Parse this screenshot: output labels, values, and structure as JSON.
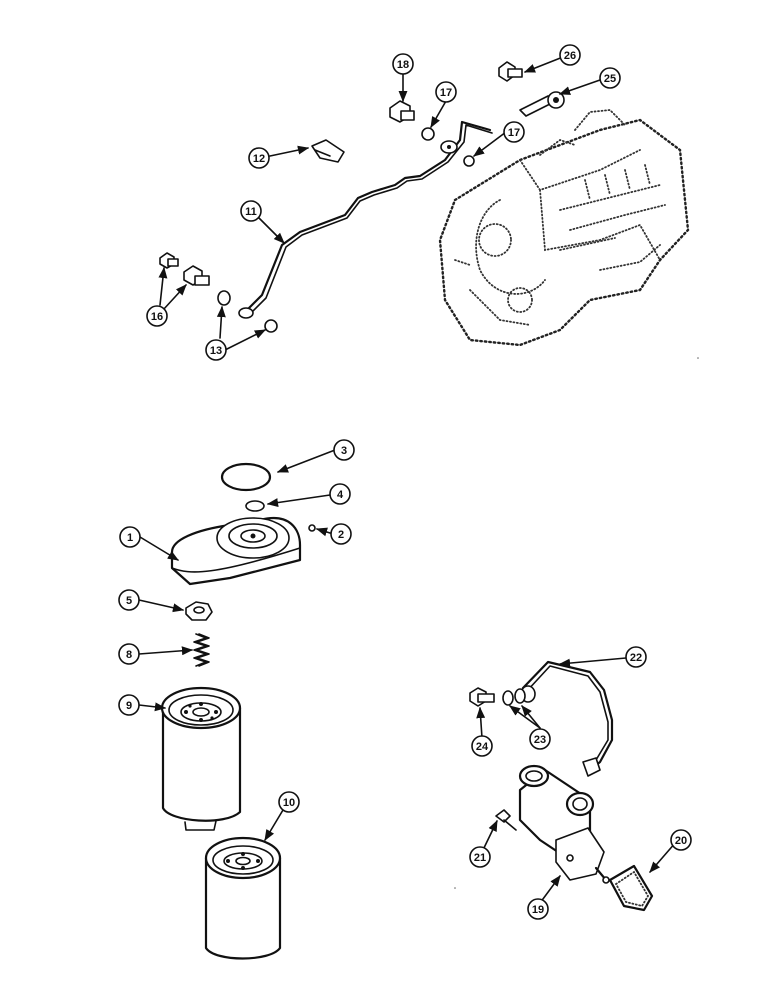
{
  "callouts": [
    {
      "id": "c1",
      "label": "1"
    },
    {
      "id": "c2",
      "label": "2"
    },
    {
      "id": "c3",
      "label": "3"
    },
    {
      "id": "c4",
      "label": "4"
    },
    {
      "id": "c5",
      "label": "5"
    },
    {
      "id": "c8",
      "label": "8"
    },
    {
      "id": "c9",
      "label": "9"
    },
    {
      "id": "c10",
      "label": "10"
    },
    {
      "id": "c11",
      "label": "11"
    },
    {
      "id": "c12",
      "label": "12"
    },
    {
      "id": "c13",
      "label": "13"
    },
    {
      "id": "c16",
      "label": "16"
    },
    {
      "id": "c17a",
      "label": "17"
    },
    {
      "id": "c17b",
      "label": "17"
    },
    {
      "id": "c18",
      "label": "18"
    },
    {
      "id": "c19",
      "label": "19"
    },
    {
      "id": "c20",
      "label": "20"
    },
    {
      "id": "c21",
      "label": "21"
    },
    {
      "id": "c22",
      "label": "22"
    },
    {
      "id": "c23",
      "label": "23"
    },
    {
      "id": "c24",
      "label": "24"
    },
    {
      "id": "c25",
      "label": "25"
    },
    {
      "id": "c26",
      "label": "26"
    }
  ]
}
